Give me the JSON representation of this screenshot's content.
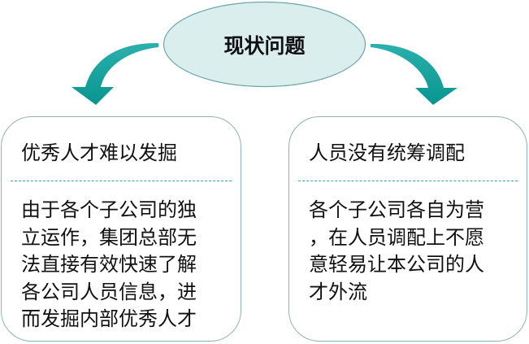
{
  "center": {
    "title": "现状问题"
  },
  "colors": {
    "ellipse_fill": "#daeeee",
    "ellipse_stroke": "#6aa8a8",
    "arrow": "#139f9c",
    "box_border": "#8fb3b3",
    "divider": "#3aa6a6"
  },
  "left_box": {
    "heading": "优秀人才难以发掘",
    "body_lines": [
      "由于各个子公司的独",
      "立运作，集团总部无",
      "法直接有效快速了解",
      "各公司人员信息，进",
      "而发掘内部优秀人才"
    ]
  },
  "right_box": {
    "heading": "人员没有统筹调配",
    "body_lines": [
      "各个子公司各自为营",
      "，在人员调配上不愿",
      "意轻易让本公司的人",
      "才外流"
    ]
  }
}
